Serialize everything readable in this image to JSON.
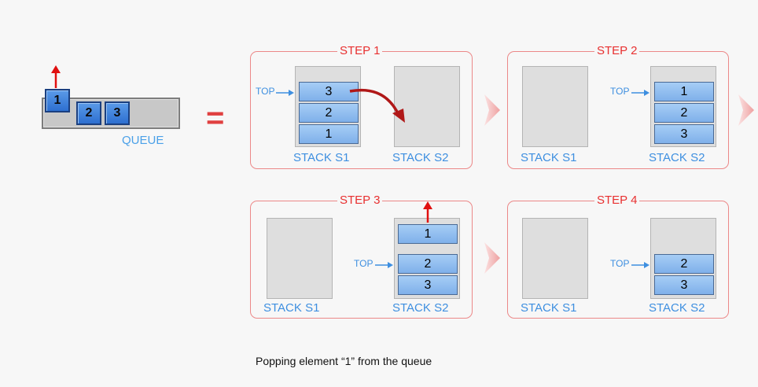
{
  "queue": {
    "label": "QUEUE",
    "items": [
      "1",
      "2",
      "3"
    ],
    "popped": "1"
  },
  "equals": "=",
  "top_label": "TOP",
  "steps": [
    {
      "title": "STEP 1",
      "s1_label": "STACK S1",
      "s2_label": "STACK S2",
      "s1_items": [
        "3",
        "2",
        "1"
      ],
      "s2_items": []
    },
    {
      "title": "STEP 2",
      "s1_label": "STACK S1",
      "s2_label": "STACK S2",
      "s1_items": [],
      "s2_items": [
        "1",
        "2",
        "3"
      ]
    },
    {
      "title": "STEP 3",
      "s1_label": "STACK S1",
      "s2_label": "STACK S2",
      "s1_items": [],
      "s2_items": [
        "1",
        "2",
        "3"
      ]
    },
    {
      "title": "STEP 4",
      "s1_label": "STACK S1",
      "s2_label": "STACK S2",
      "s1_items": [],
      "s2_items": [
        "2",
        "3"
      ]
    }
  ],
  "caption": "Popping element “1” from the queue",
  "colors": {
    "panel_border": "#ec8888",
    "title_red": "#e83030",
    "label_blue": "#3e8fe0",
    "box_blue": "#7fb0ea"
  }
}
